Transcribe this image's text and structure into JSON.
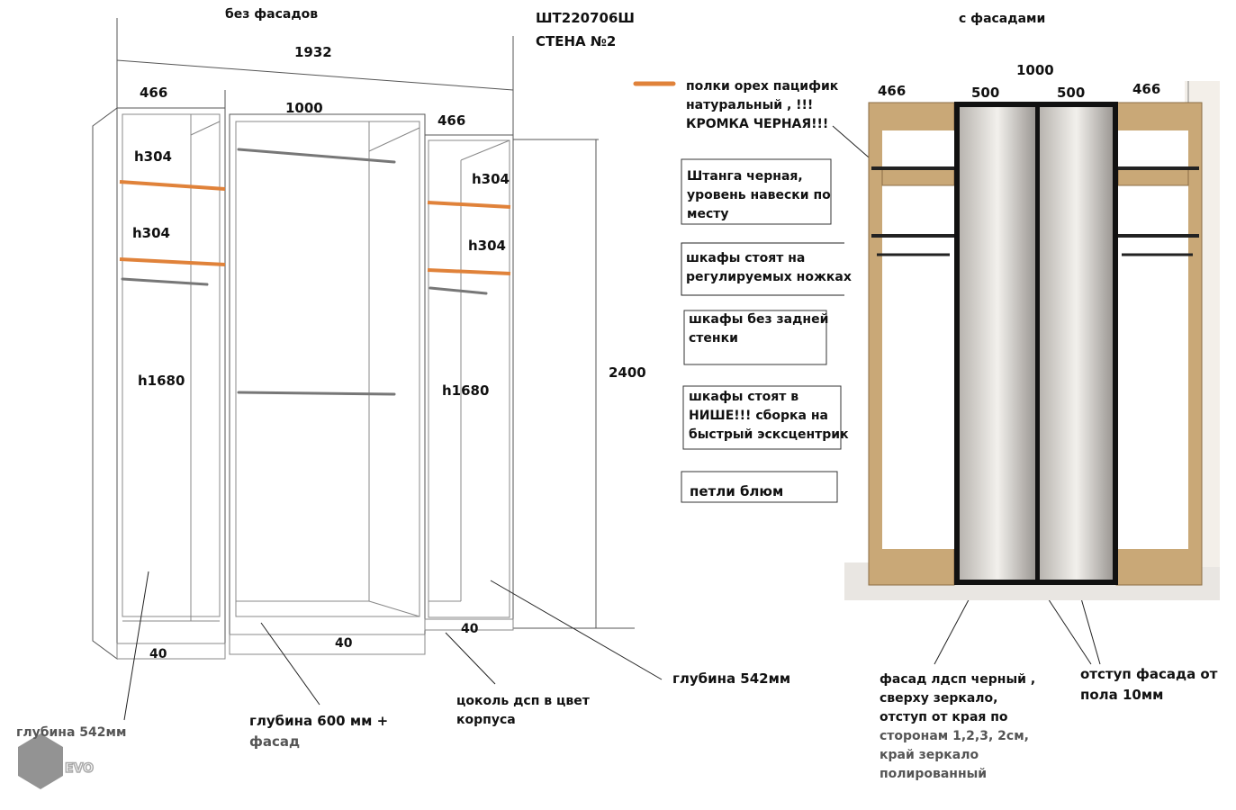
{
  "left_view": {
    "title": "без фасадов",
    "total_width": "1932",
    "widths": [
      "466",
      "1000",
      "466"
    ],
    "height": "2400",
    "left_shelves": [
      "h304",
      "h304"
    ],
    "right_shelves": [
      "h304",
      "h304"
    ],
    "left_hang": "h1680",
    "right_hang": "h1680",
    "plinths": [
      "40",
      "40",
      "40"
    ],
    "depth_left": "глубина 542мм",
    "depth_middle_1": "глубина 600 мм +",
    "depth_middle_2": "фасад",
    "plinth_note_1": "цоколь дсп в цвет",
    "plinth_note_2": "корпуса",
    "depth_right": "глубина 542мм"
  },
  "header": {
    "code": "ШТ220706Ш",
    "wall": "СТЕНА №2"
  },
  "legend": {
    "color": "#e0823a",
    "lines": [
      "полки орех пацифик",
      "натуральный , !!!",
      "КРОМКА ЧЕРНАЯ!!!"
    ]
  },
  "notes": [
    {
      "lines": [
        "Штанга черная,",
        "уровень навески по",
        "месту"
      ]
    },
    {
      "lines": [
        "шкафы стоят на",
        "регулируемых ножках"
      ]
    },
    {
      "lines": [
        "шкафы без задней",
        "стенки"
      ]
    },
    {
      "lines": [
        "шкафы стоят в",
        "НИШЕ!!! сборка на",
        "быстрый эсксцентрик"
      ]
    },
    {
      "lines": [
        "петли блюм"
      ]
    }
  ],
  "right_view": {
    "title": "с фасадами",
    "total_door": "1000",
    "widths": [
      "466",
      "500",
      "500",
      "466"
    ],
    "facade_note": [
      "фасад лдсп черный ,",
      "сверху зеркало,",
      "отступ от края по",
      "сторонам 1,2,3, 2см,",
      "край зеркало",
      "полированный"
    ],
    "offset_note": [
      "отступ фасада от",
      "пола 10мм"
    ]
  },
  "watermark": "EVO"
}
